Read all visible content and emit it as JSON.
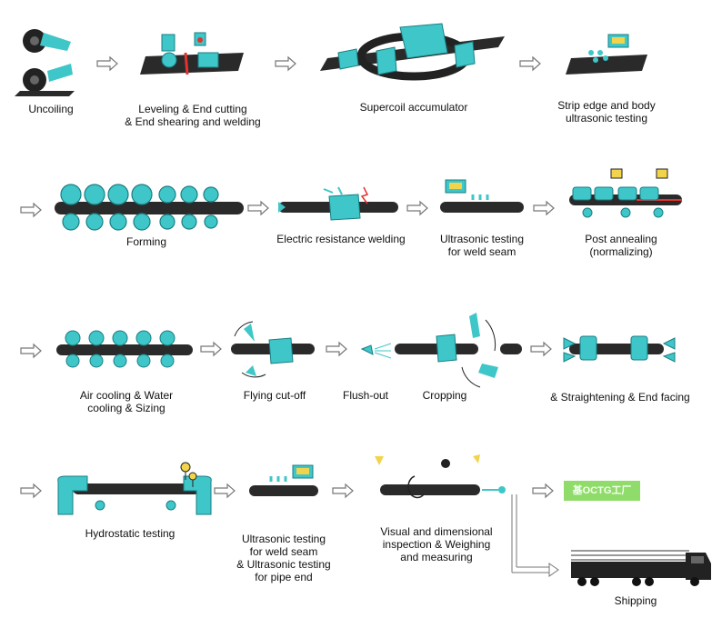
{
  "steps": {
    "uncoiling": "Uncoiling",
    "leveling": [
      "Leveling & End cutting",
      "& End shearing and welding"
    ],
    "supercoil": "Supercoil accumulator",
    "strip_test": [
      "Strip edge and body",
      "ultrasonic testing"
    ],
    "forming": "Forming",
    "erw": "Electric resistance welding",
    "ut_seam": [
      "Ultrasonic testing",
      "for weld seam"
    ],
    "annealing": [
      "Post annealing",
      "(normalizing)"
    ],
    "cooling": [
      "Air cooling & Water",
      "cooling & Sizing"
    ],
    "cutoff": "Flying cut-off",
    "flush": "Flush-out",
    "cropping": "Cropping",
    "straighten": "& Straightening & End facing",
    "hydro": "Hydrostatic testing",
    "ut_end": [
      "Ultrasonic testing",
      "for weld seam",
      "& Ultrasonic testing",
      "for pipe end"
    ],
    "visual": [
      "Visual and dimensional",
      "inspection & Weighing",
      "and measuring"
    ],
    "shipping": "Shipping"
  },
  "watermark": "基OCTG工厂",
  "colors": {
    "accent": "#3fc6c9",
    "pipe": "#2a2a2a",
    "arrow": "#777777",
    "badge": "#8fdc6a"
  }
}
